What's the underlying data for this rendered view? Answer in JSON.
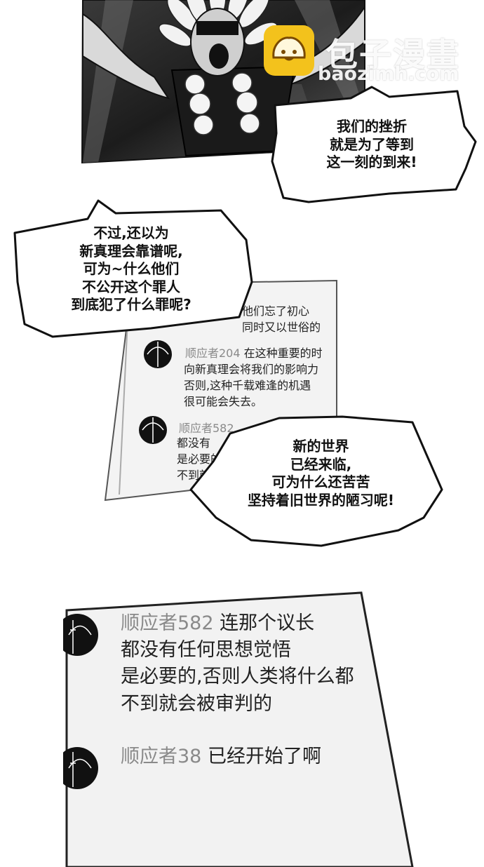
{
  "watermark": {
    "title": "包子漫畫",
    "domain": "baozimh.com"
  },
  "bubbles": {
    "b1": "我们的挫折\n就是为了等到\n这一刻的到来!",
    "b2": "不过,还以为\n新真理会靠谱呢,\n可为~什么他们\n不公开这个罪人\n到底犯了什么罪呢?",
    "b3": "新的世界\n已经来临,\n可为什么还苦苦\n坚持着旧世界的陋习呢!"
  },
  "small_screen": {
    "top_lines": "他们忘了初心\n同时又以世俗的",
    "comment1": {
      "user": "顺应者204",
      "text_first": " 在这种重要的时",
      "text_rest": "向新真理会将我们的影响力\n否则,这种千载难逢的机遇\n很可能会失去。"
    },
    "comment2": {
      "user": "顺应者582",
      "text_rest": "都没有\n是必要的\n不到就"
    }
  },
  "large_screen": {
    "comment1": {
      "user": "顺应者582",
      "text_first": " 连那个议长",
      "text_rest": "都没有任何思想觉悟\n是必要的,否则人类将什么都\n不到就会被审判的"
    },
    "comment2": {
      "user": "顺应者38",
      "text_first": " 已经开始了啊"
    }
  }
}
